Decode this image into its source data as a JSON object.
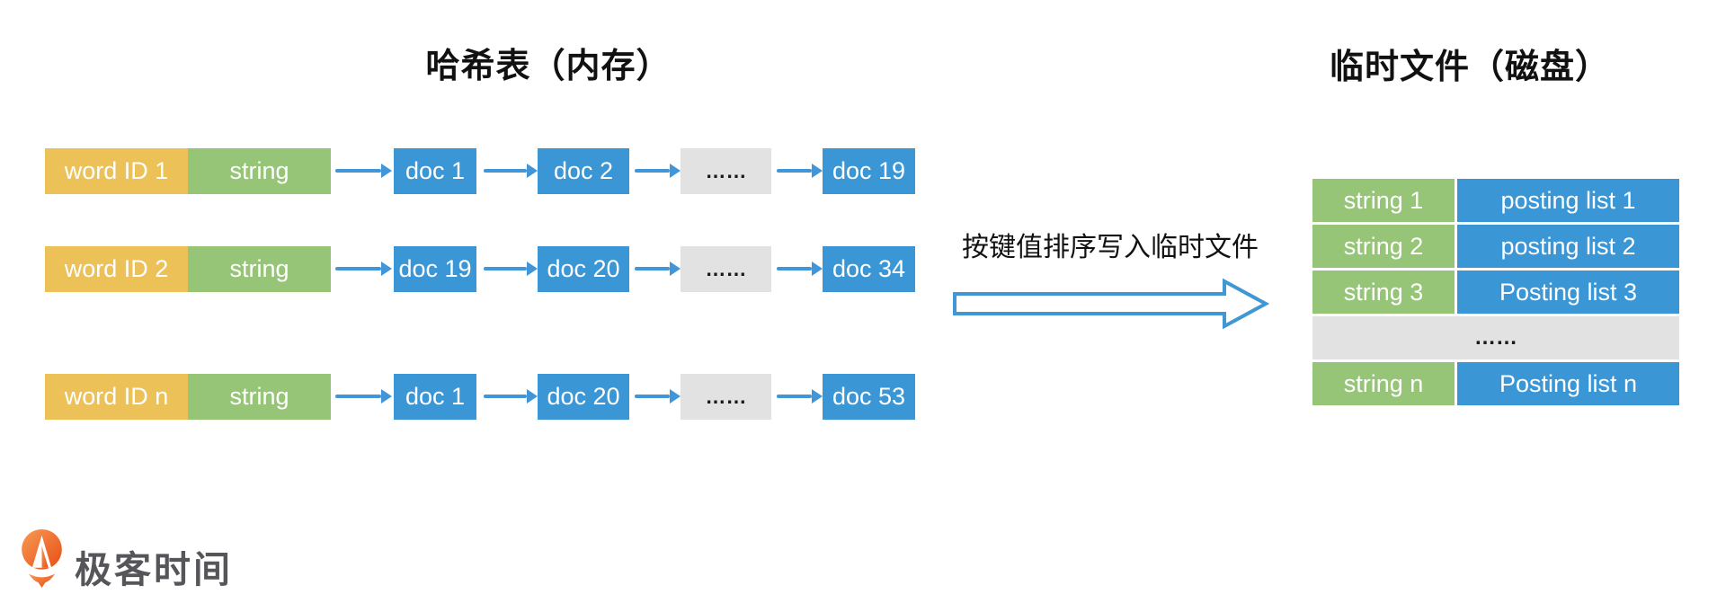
{
  "titles": {
    "left": "哈希表（内存）",
    "right": "临时文件（磁盘）"
  },
  "hash_table": {
    "rows": [
      {
        "word_id": "word ID 1",
        "string": "string",
        "nodes": [
          "doc 1",
          "doc 2",
          "……",
          "doc 19"
        ]
      },
      {
        "word_id": "word ID 2",
        "string": "string",
        "nodes": [
          "doc 19",
          "doc 20",
          "……",
          "doc 34"
        ]
      },
      {
        "word_id": "word ID n",
        "string": "string",
        "nodes": [
          "doc 1",
          "doc 20",
          "……",
          "doc 53"
        ]
      }
    ]
  },
  "transfer": {
    "label": "按键值排序写入临时文件"
  },
  "temp_file_table": {
    "rows": [
      {
        "string": "string 1",
        "posting": "posting list 1"
      },
      {
        "string": "string 2",
        "posting": "posting list 2"
      },
      {
        "string": "string 3",
        "posting": "Posting list 3"
      },
      {
        "ellipsis": "……"
      },
      {
        "string": "string n",
        "posting": "Posting list n"
      }
    ]
  },
  "logo": {
    "text": "极客时间"
  },
  "colors": {
    "yellow": "#ecc158",
    "green": "#97c578",
    "blue": "#3b96d5",
    "gray": "#e2e2e2",
    "arrow_blue": "#4096d8",
    "logo_orange": "#f2571d",
    "logo_text_gray": "#56555a",
    "text_dark": "#1a1a1a"
  }
}
